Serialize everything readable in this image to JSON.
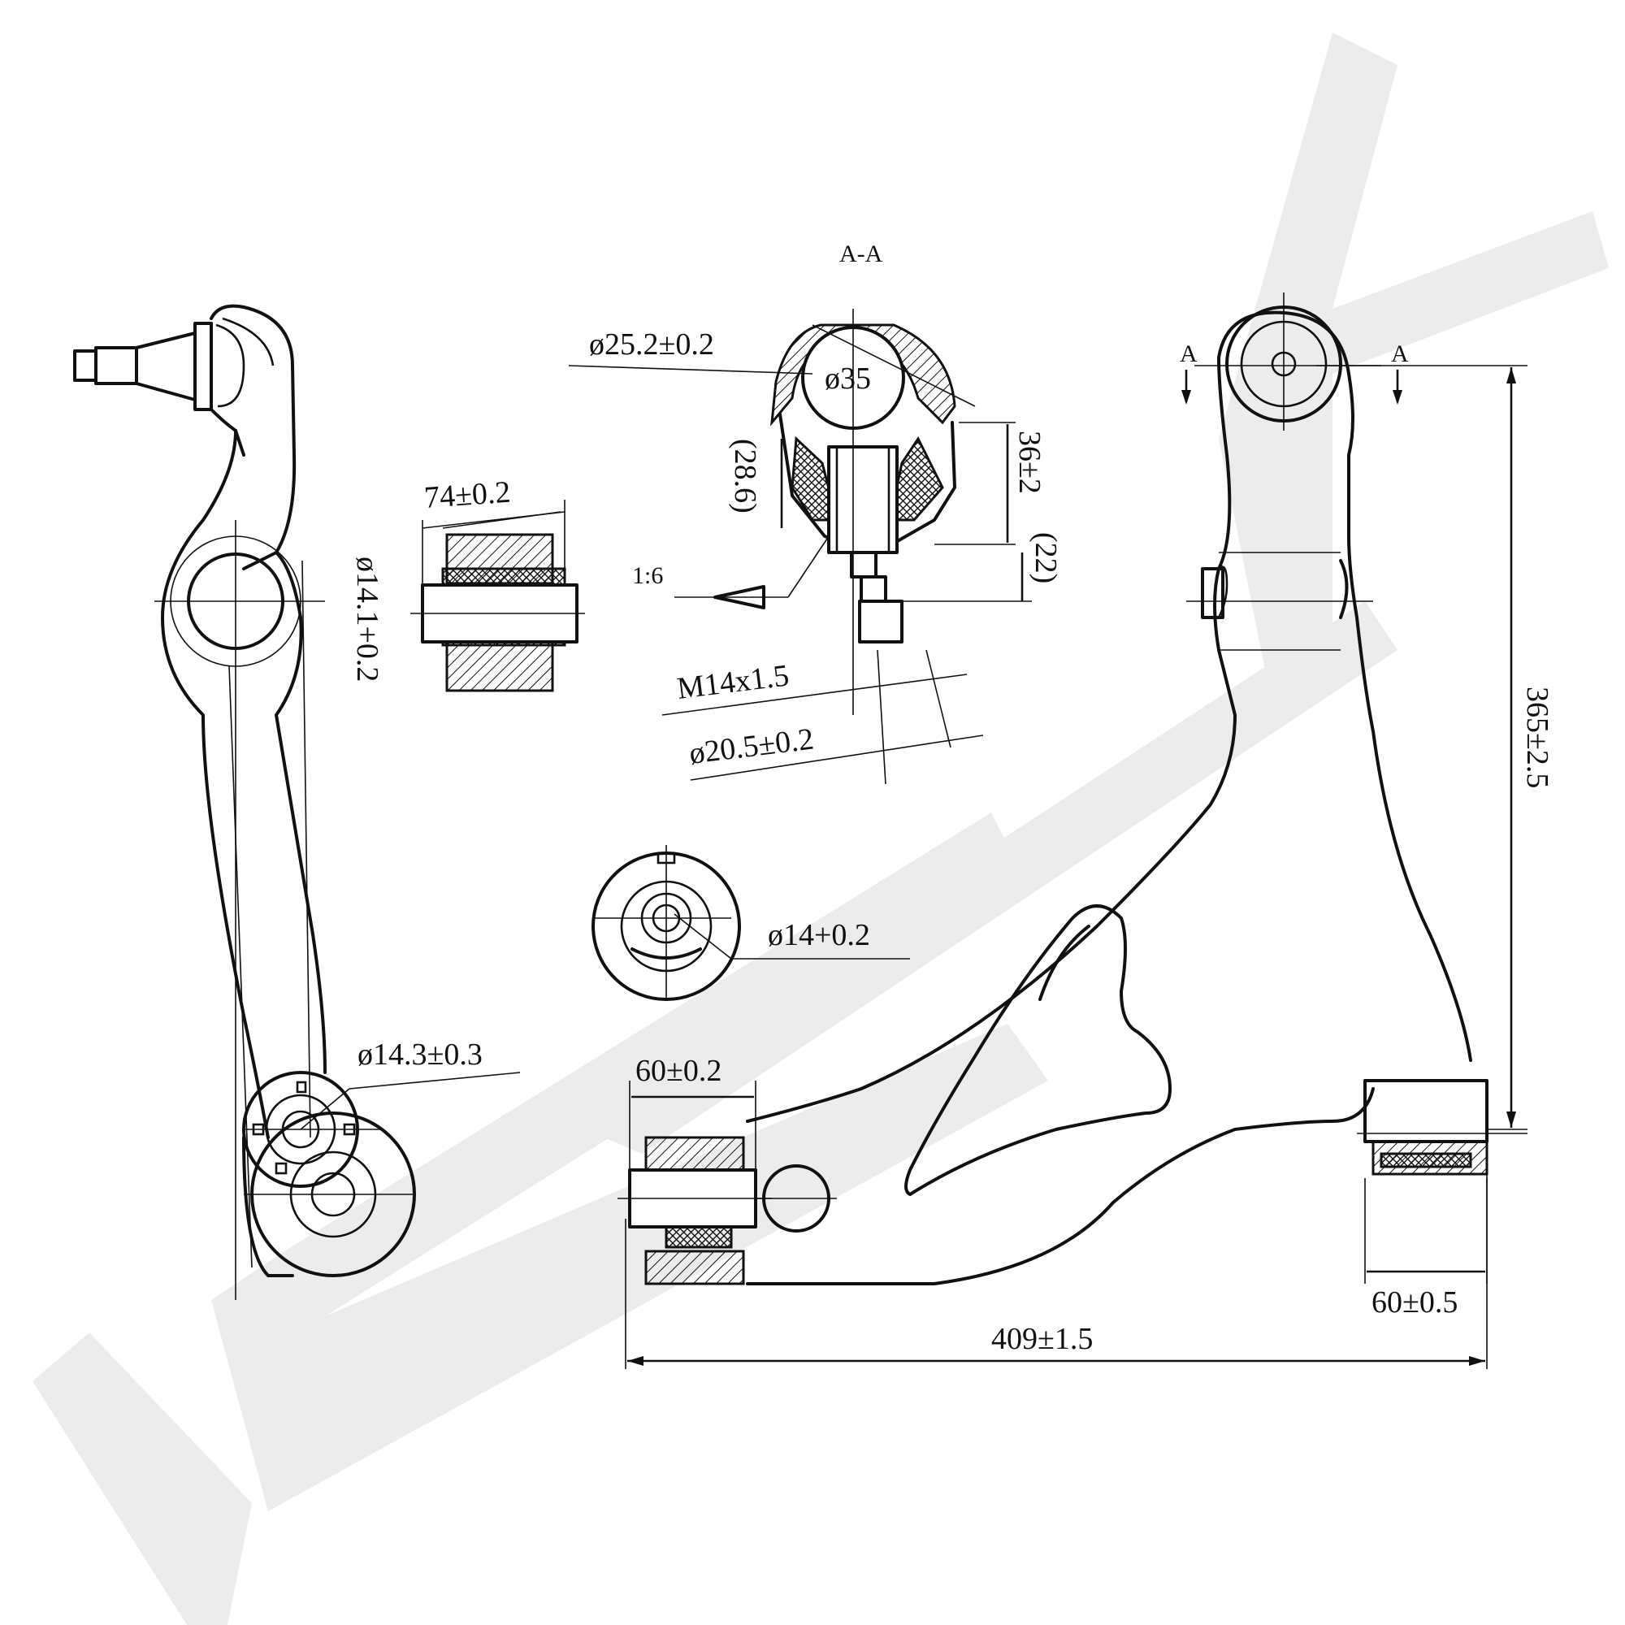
{
  "section_label": "A-A",
  "section_marks": {
    "left": "A",
    "right": "A"
  },
  "dimensions": {
    "ball_pin_dia": "ø25.2±0.2",
    "ball_dia": "ø35",
    "ball_height_paren": "(28.6)",
    "ball_height": "36±2",
    "stud_len_paren": "(22)",
    "taper": "1:6",
    "thread": "M14x1.5",
    "stud_base_dia": "ø20.5±0.2",
    "bushing_len": "74±0.2",
    "bushing_bore": "ø14.1+0.2",
    "hub_bore": "ø14+0.2",
    "rear_bore": "ø14.3±0.3",
    "front_bush_width": "60±0.2",
    "rear_bush_width": "60±0.5",
    "overall_length": "409±1.5",
    "overall_height": "365±2.5"
  },
  "watermark": {
    "color": "#ececec"
  }
}
